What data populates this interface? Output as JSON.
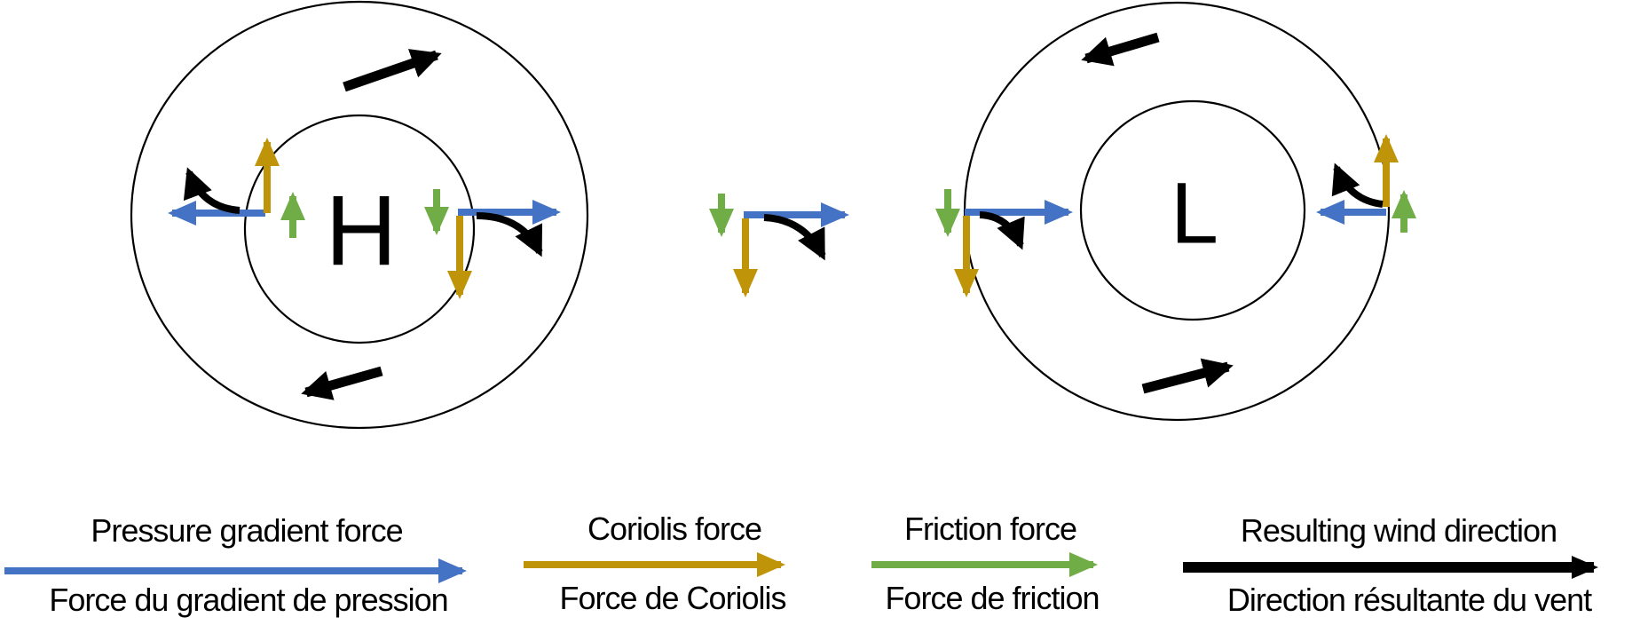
{
  "diagram": {
    "high_system": {
      "label": "H"
    },
    "low_system": {
      "label": "L"
    }
  },
  "legend": {
    "items": [
      {
        "id": "pressure-gradient-force",
        "en": "Pressure gradient force",
        "fr": "Force du gradient de pression",
        "color": "#4472C4"
      },
      {
        "id": "coriolis-force",
        "en": "Coriolis force",
        "fr": "Force de Coriolis",
        "color": "#BF9409"
      },
      {
        "id": "friction-force",
        "en": "Friction force",
        "fr": "Force de friction",
        "color": "#70AD47"
      },
      {
        "id": "resulting-wind-direction",
        "en": "Resulting wind direction",
        "fr": "Direction résultante du vent",
        "color": "#000000"
      }
    ]
  },
  "colors": {
    "pressure_gradient": "#4472C4",
    "coriolis": "#BF9409",
    "friction": "#70AD47",
    "wind": "#000000",
    "background": "#FFFFFF"
  }
}
